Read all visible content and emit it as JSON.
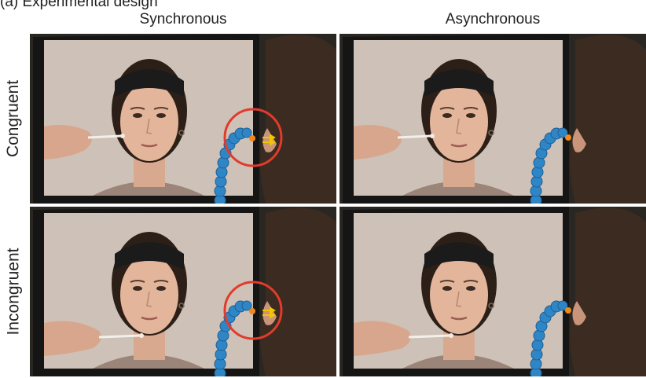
{
  "figure": {
    "panel_label": "(a)",
    "caption_fragment": "(a) Experimental design",
    "columns": [
      "Synchronous",
      "Asynchronous"
    ],
    "rows": [
      "Congruent",
      "Incongruent"
    ],
    "cells": [
      {
        "row": "Congruent",
        "column": "Synchronous",
        "touch": "cheek",
        "highlight": true
      },
      {
        "row": "Congruent",
        "column": "Asynchronous",
        "touch": "cheek",
        "highlight": false
      },
      {
        "row": "Incongruent",
        "column": "Synchronous",
        "touch": "chin",
        "highlight": true
      },
      {
        "row": "Incongruent",
        "column": "Asynchronous",
        "touch": "chin",
        "highlight": false
      }
    ],
    "colors": {
      "highlight_circle": "#e23b2c",
      "arrow": "#f2c500",
      "probe_arm": "#2f86c7",
      "probe_tip": "#f08a1c",
      "headband": "#1b1b1b",
      "monitor_frame": "#151515"
    }
  }
}
